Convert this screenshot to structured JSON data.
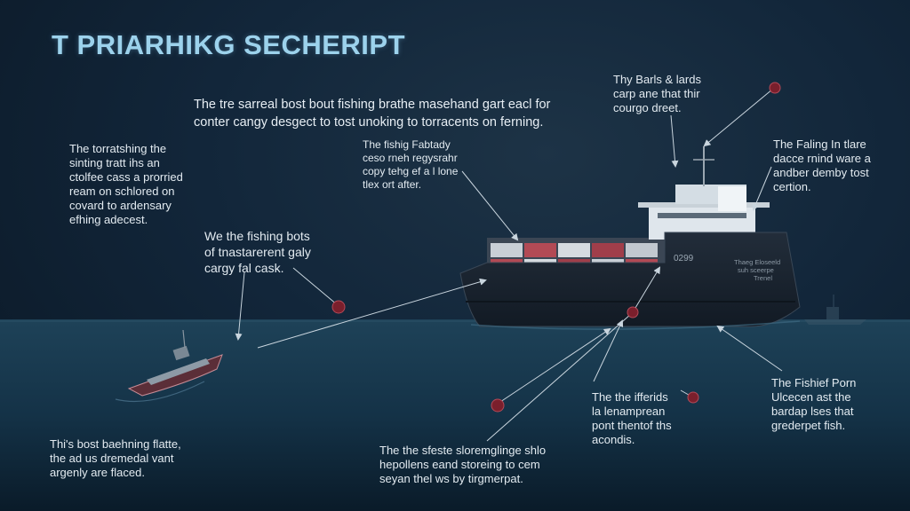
{
  "title": "T PRIARHIKG SECHERIPT",
  "intro": [
    "The tre sarreal bost bout fishing brathe masehand gart eacl for",
    "conter cangy desgect to tost unoking to torracents on ferning."
  ],
  "annotations": {
    "left_top": [
      "The torratshing the",
      "sinting tratt ihs an",
      "ctolfee cass a prorried",
      "ream on schlored on",
      "covard to ardensary",
      "efhing adecest."
    ],
    "left_mid": [
      "We the fishing bots",
      "of tnastarerent galy",
      "cargy fal cask."
    ],
    "center_top": [
      "The fishig Fabtady",
      "ceso rneh regysrahr",
      "copy tehg ef a l lone",
      "tlex ort after."
    ],
    "top_right": [
      "Thy Barls & lards",
      "carp ane that thir",
      "courgo dreet."
    ],
    "right_top": [
      "The Faling In tlare",
      "dacce rnind ware a",
      "andber demby tost",
      "certion."
    ],
    "bottom_left": [
      "Thi's bost baehning flatte,",
      "the ad us dremedal vant",
      "argenly are flaced."
    ],
    "bottom_center": [
      "The the sfeste sloremglinge shlo",
      "hepollens eand storeing to cem",
      "seyan thel ws by tirgmerpat."
    ],
    "bottom_mid_right": [
      "The the ifferids",
      "la lenamprean",
      "pont thentof ths",
      "acondis."
    ],
    "bottom_right": [
      "The Fishief Porn",
      "Ulcecen ast the",
      "bardap lses that",
      "grederpet fish."
    ]
  },
  "ship_labels": {
    "hull_number": "0299",
    "hull_text": [
      "Thaeg Eloseeld",
      "suh sceerpe",
      "Trenel"
    ]
  },
  "colors": {
    "title": "#9cd2ec",
    "text": "#e3ebf1",
    "marker": "#7a1f2c",
    "sea": "#17384d",
    "hull": "#1b2531"
  }
}
